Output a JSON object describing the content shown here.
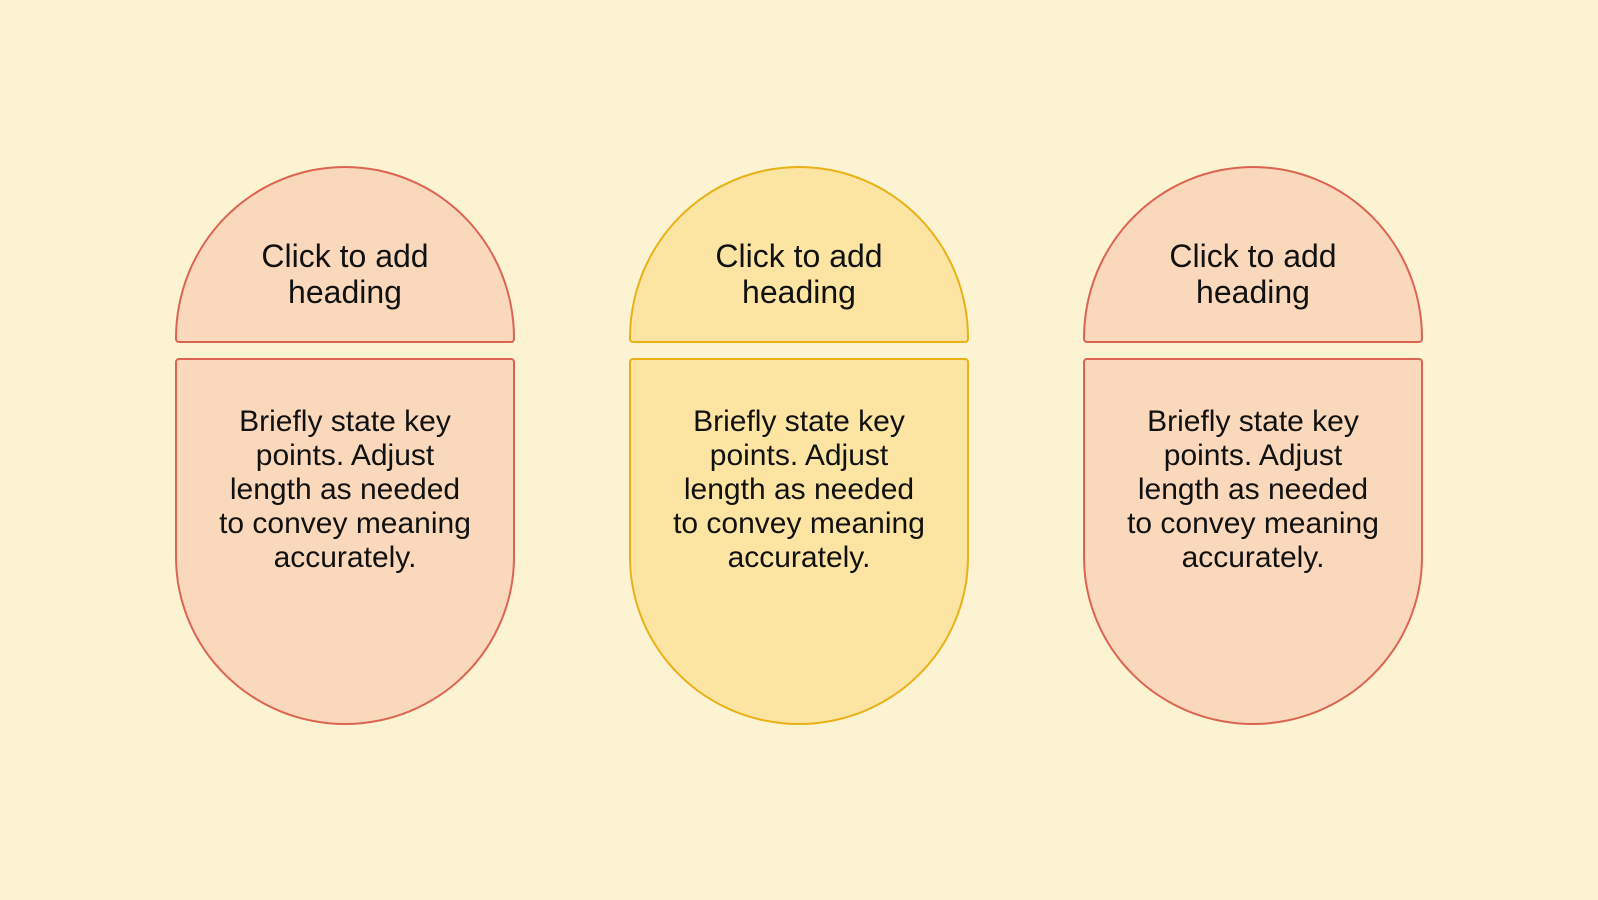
{
  "canvas": {
    "background": "#FCF3D2",
    "text_color": "#111111"
  },
  "cards": [
    {
      "heading": "Click to add\nheading",
      "body": "Briefly state key\npoints. Adjust\nlength as needed\nto convey meaning\naccurately.",
      "fill": "#FAD8BC",
      "border": "#DC6551"
    },
    {
      "heading": "Click to add\nheading",
      "body": "Briefly state key\npoints. Adjust\nlength as needed\nto convey meaning\naccurately.",
      "fill": "#FCE5A3",
      "border": "#EAB117"
    },
    {
      "heading": "Click to add\nheading",
      "body": "Briefly state key\npoints. Adjust\nlength as needed\nto convey meaning\naccurately.",
      "fill": "#FAD8BC",
      "border": "#DC6551"
    }
  ]
}
